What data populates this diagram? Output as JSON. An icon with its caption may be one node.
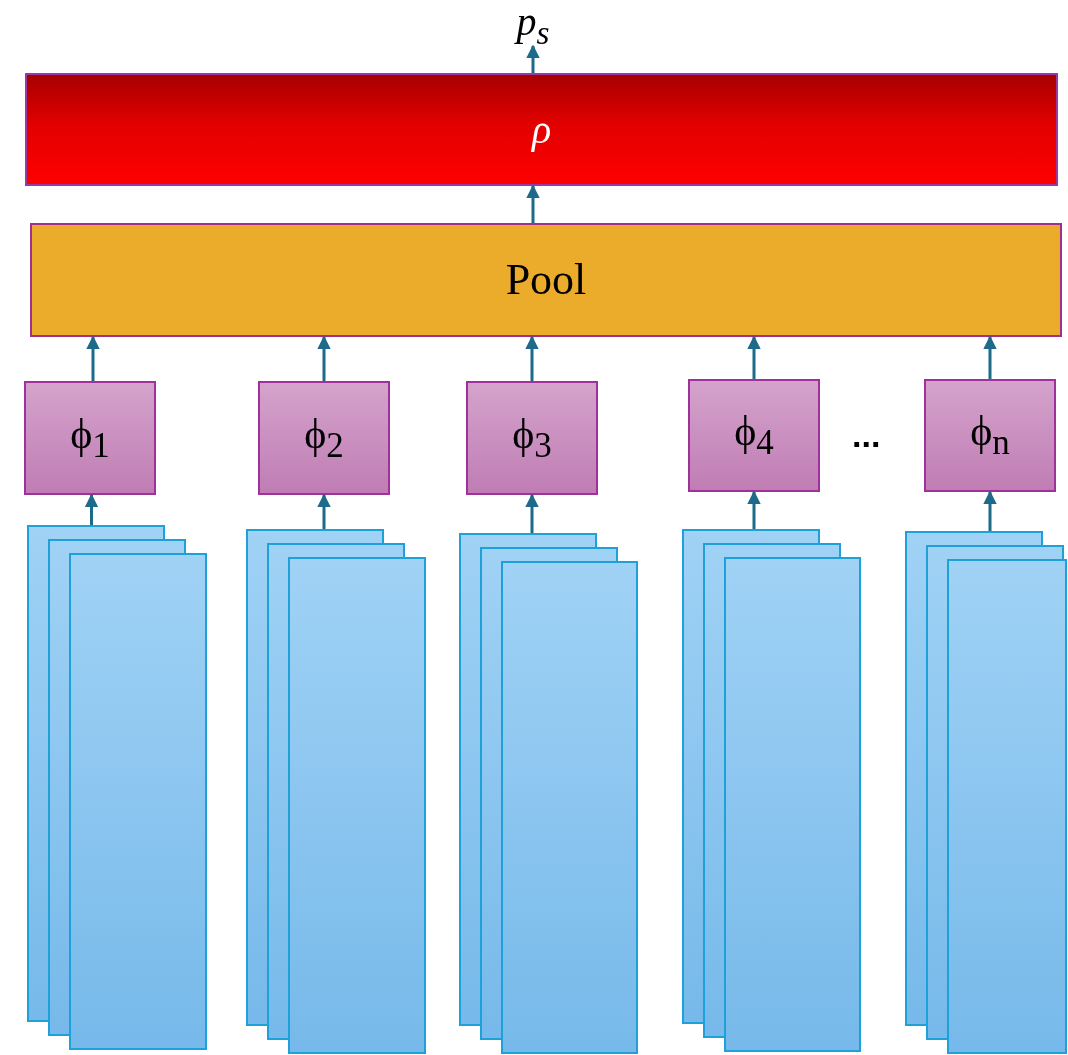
{
  "diagram": {
    "nodes": [
      {
        "text": [
          "p$_{s}$"
        ]
      },
      {
        "text": [
          "ρ"
        ]
      },
      {
        "text": [
          "Pool"
        ]
      },
      {
        "text": [
          "ϕ$_{1}$"
        ]
      },
      {
        "text": [
          "ϕ$_{2}$"
        ]
      },
      {
        "text": [
          "ϕ$_{3}$"
        ]
      },
      {
        "text": [
          "ϕ$_{4}$"
        ]
      },
      {
        "text": [
          "ϕ$_{n}$"
        ]
      },
      {
        "text": [],
        "shape": "stack"
      },
      {
        "text": [],
        "shape": "stack"
      },
      {
        "text": [],
        "shape": "stack"
      },
      {
        "text": [],
        "shape": "stack"
      },
      {
        "text": [],
        "shape": "stack"
      }
    ],
    "edges": [
      {
        "from": 8,
        "to": 3,
        "arrow": "to"
      },
      {
        "from": 9,
        "to": 4,
        "arrow": "to"
      },
      {
        "from": 10,
        "to": 5,
        "arrow": "to"
      },
      {
        "from": 11,
        "to": 6,
        "arrow": "to"
      },
      {
        "from": 12,
        "to": 7,
        "arrow": "to"
      },
      {
        "from": 3,
        "to": 2,
        "arrow": "to"
      },
      {
        "from": 4,
        "to": 2,
        "arrow": "to"
      },
      {
        "from": 5,
        "to": 2,
        "arrow": "to"
      },
      {
        "from": 6,
        "to": 2,
        "arrow": "to"
      },
      {
        "from": 7,
        "to": 2,
        "arrow": "to"
      },
      {
        "from": 2,
        "to": 1,
        "arrow": "to"
      },
      {
        "from": 1,
        "to": 0,
        "arrow": "to"
      }
    ],
    "labels": [
      "..."
    ]
  }
}
